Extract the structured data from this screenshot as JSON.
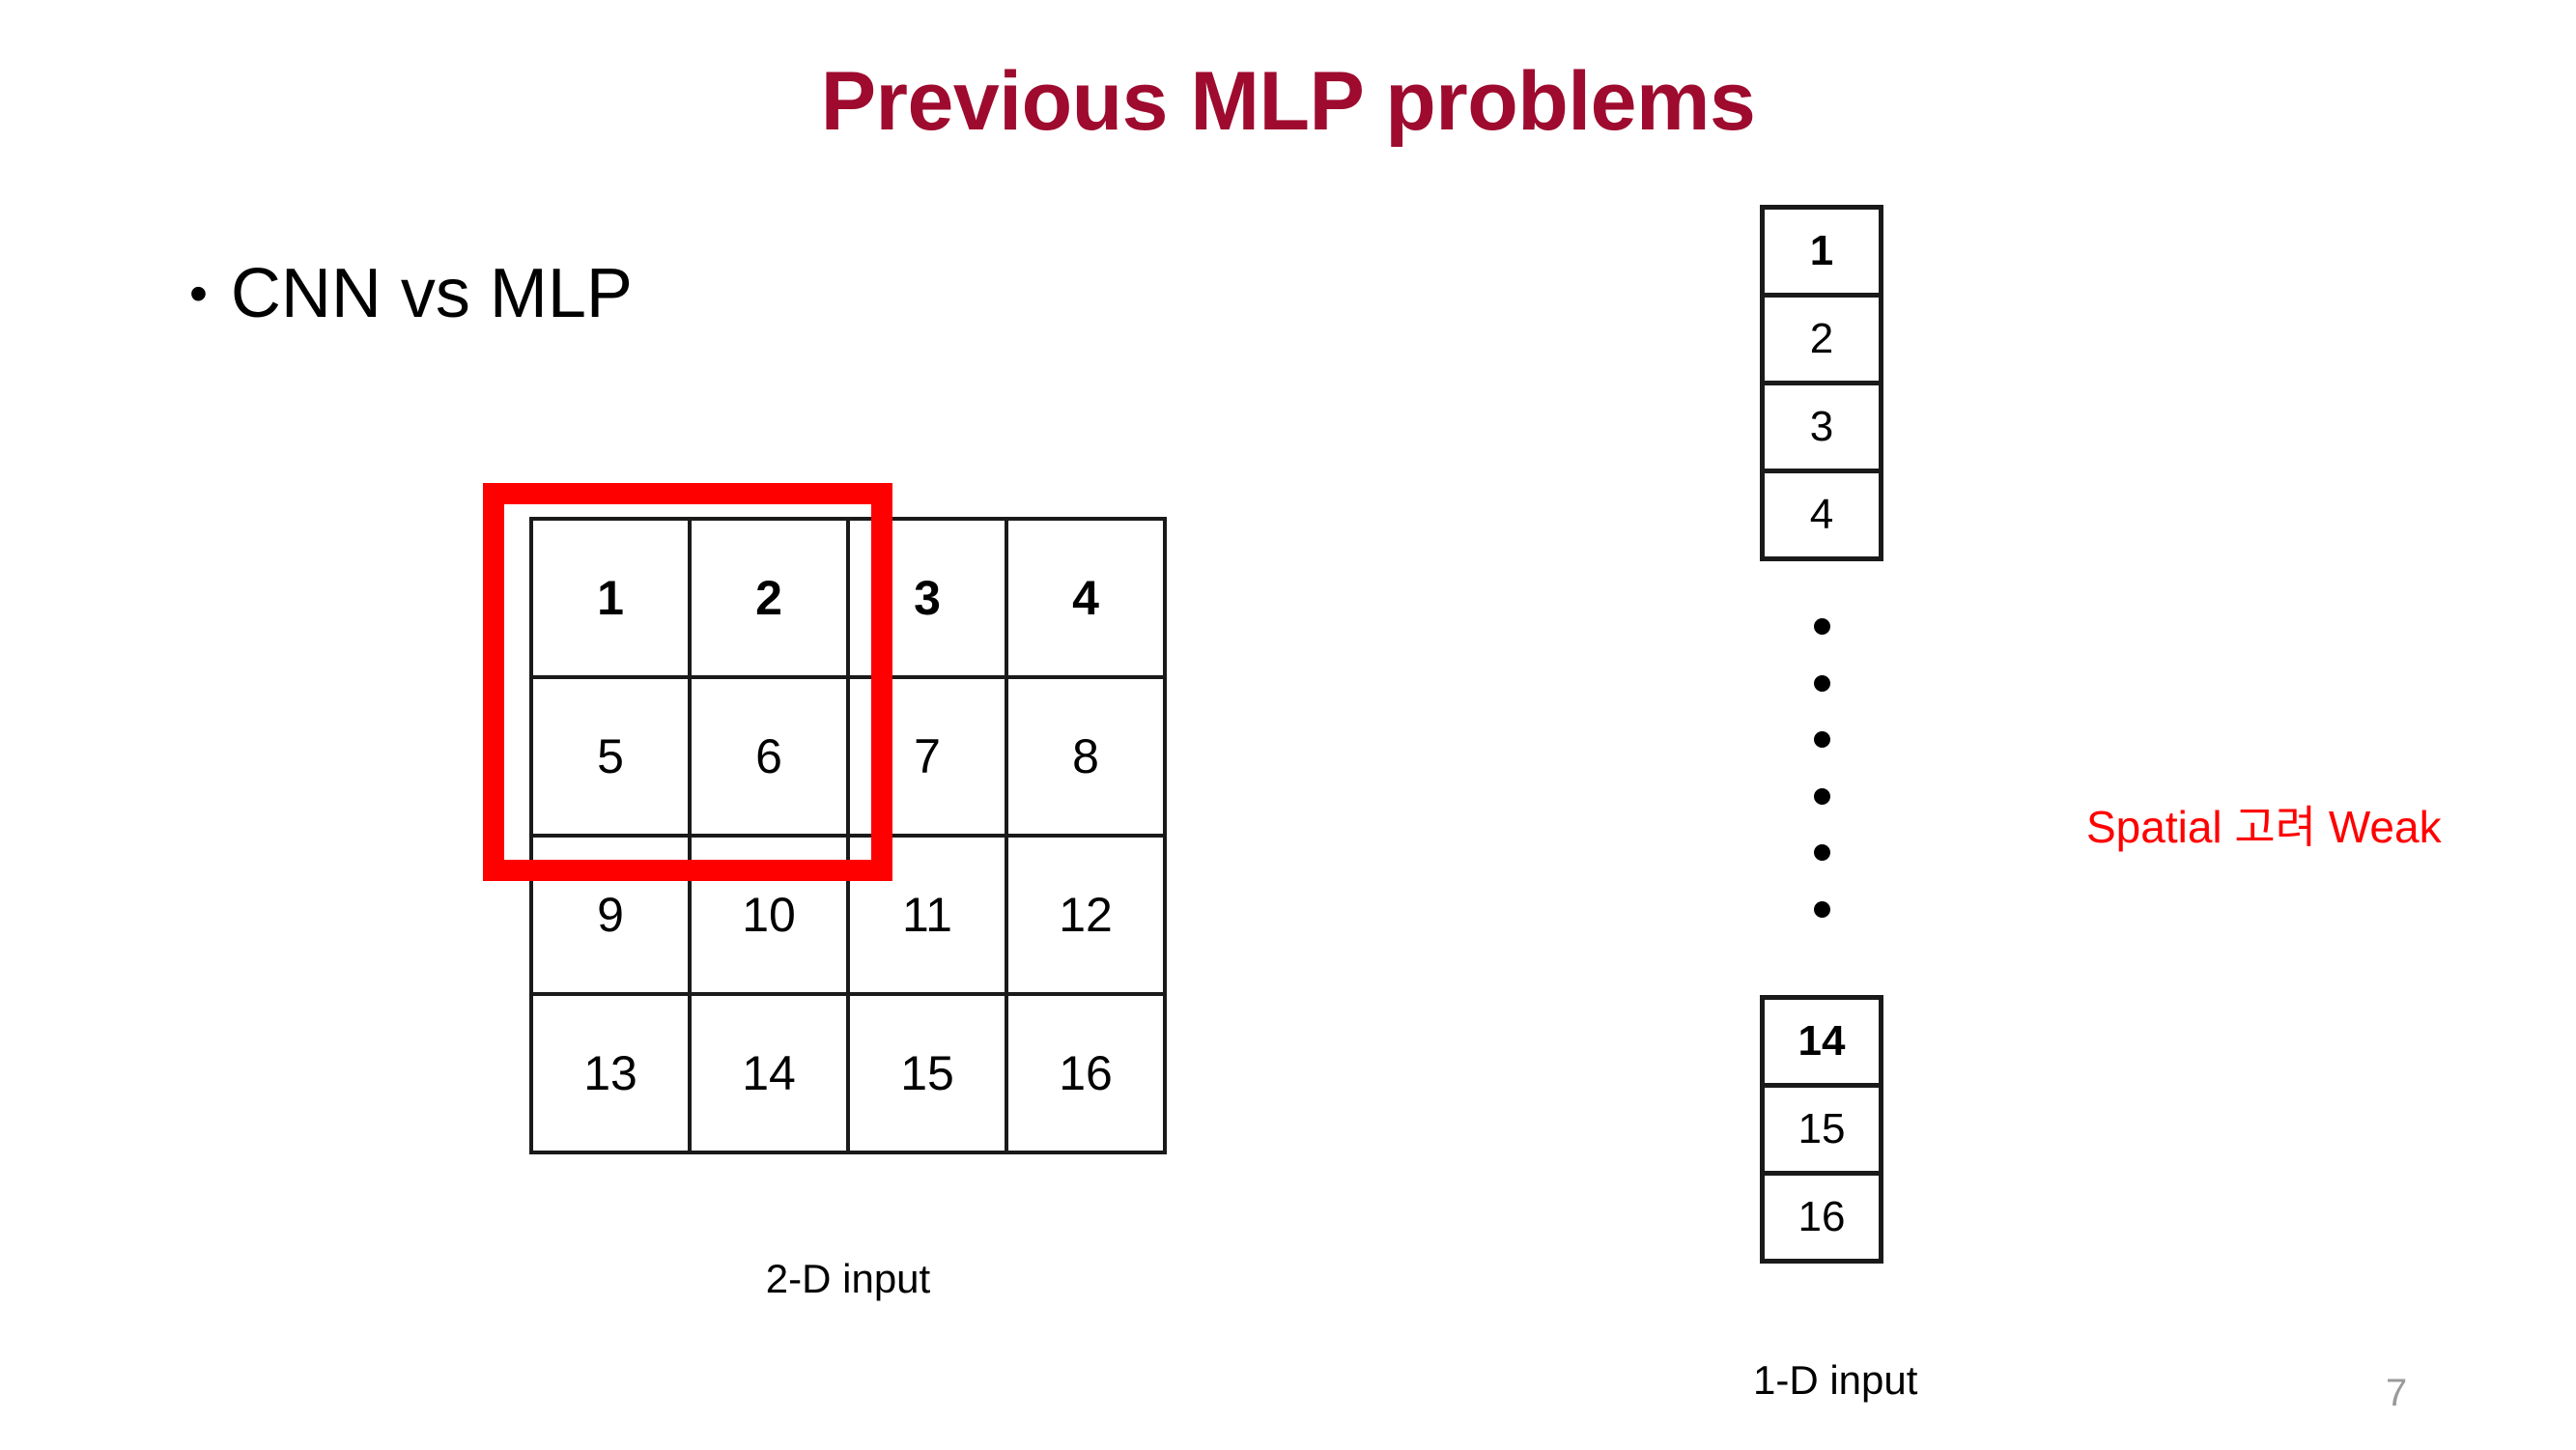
{
  "slide": {
    "title": "Previous MLP problems",
    "page_number": "7",
    "page_number_color": "#9a9a9a",
    "title_color": "#9E0B2E",
    "background": "#ffffff"
  },
  "bullet": {
    "glyph": "•",
    "text": "CNN vs MLP"
  },
  "grid_2d": {
    "caption": "2-D input",
    "rows": 4,
    "cols": 4,
    "cells": [
      {
        "value": "1",
        "bold": true
      },
      {
        "value": "2",
        "bold": true
      },
      {
        "value": "3",
        "bold": true
      },
      {
        "value": "4",
        "bold": true
      },
      {
        "value": "5",
        "bold": false
      },
      {
        "value": "6",
        "bold": false
      },
      {
        "value": "7",
        "bold": false
      },
      {
        "value": "8",
        "bold": false
      },
      {
        "value": "9",
        "bold": false
      },
      {
        "value": "10",
        "bold": false
      },
      {
        "value": "11",
        "bold": false
      },
      {
        "value": "12",
        "bold": false
      },
      {
        "value": "13",
        "bold": false
      },
      {
        "value": "14",
        "bold": false
      },
      {
        "value": "15",
        "bold": false
      },
      {
        "value": "16",
        "bold": false
      }
    ],
    "highlight": {
      "color": "#FF0000",
      "covers": [
        "1",
        "2",
        "5",
        "6"
      ]
    }
  },
  "column_1d": {
    "caption": "1-D input",
    "top_cells": [
      {
        "value": "1",
        "bold": true
      },
      {
        "value": "2",
        "bold": false
      },
      {
        "value": "3",
        "bold": false
      },
      {
        "value": "4",
        "bold": false
      }
    ],
    "ellipsis_dots": 6,
    "bottom_cells": [
      {
        "value": "14",
        "bold": true
      },
      {
        "value": "15",
        "bold": false
      },
      {
        "value": "16",
        "bold": false
      }
    ]
  },
  "annotation": {
    "text": "Spatial 고려 Weak",
    "color": "#FF0000"
  }
}
